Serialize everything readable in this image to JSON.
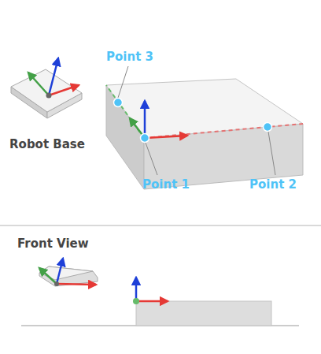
{
  "diagram": {
    "labels": [
      "Point 3",
      "Robot Base",
      "Point 1",
      "Point 2",
      "Front View"
    ]
  }
}
